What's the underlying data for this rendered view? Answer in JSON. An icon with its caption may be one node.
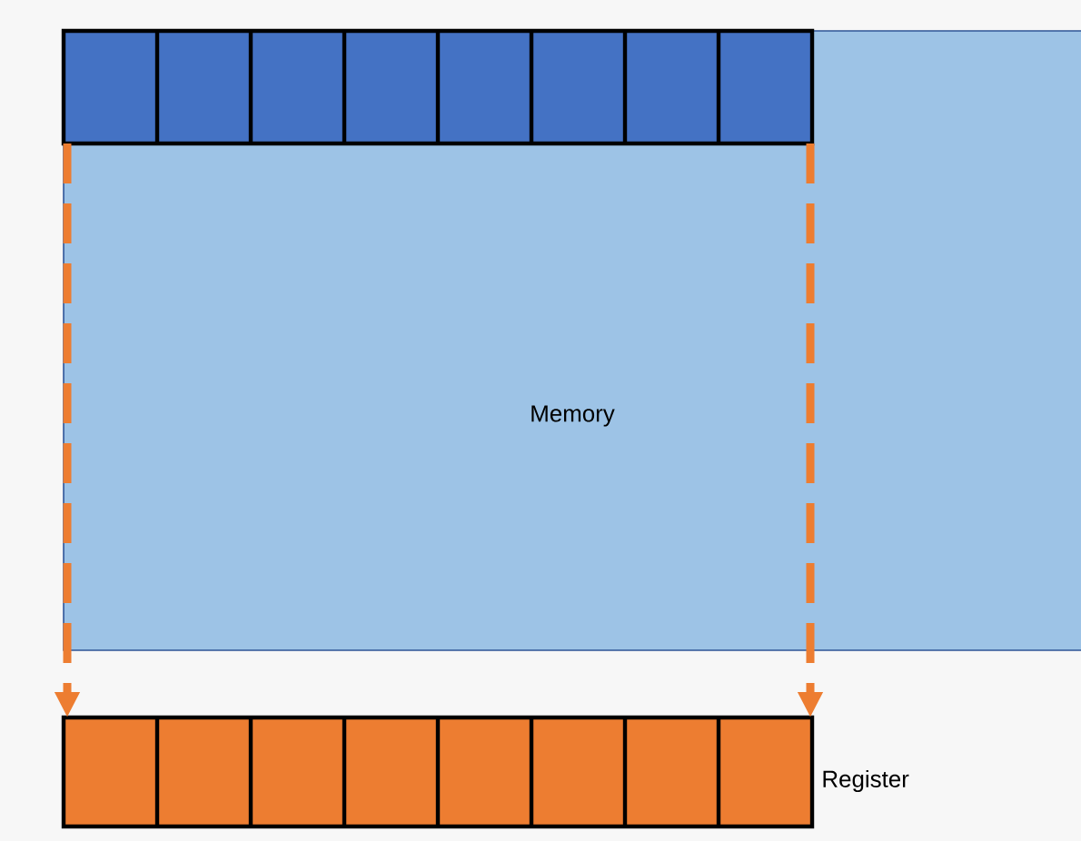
{
  "diagram": {
    "nodes": [
      {
        "text": [
          "Memory"
        ]
      },
      {
        "text": [],
        "shape": "bar",
        "in": 0
      },
      {
        "text": [],
        "shape": "bar",
        "beside": [
          "Register"
        ]
      }
    ],
    "edges": [
      {
        "from": 1,
        "to": 2,
        "arrow": "to",
        "style": "dashed"
      },
      {
        "from": 1,
        "to": 2,
        "arrow": "to",
        "style": "dashed"
      }
    ]
  }
}
